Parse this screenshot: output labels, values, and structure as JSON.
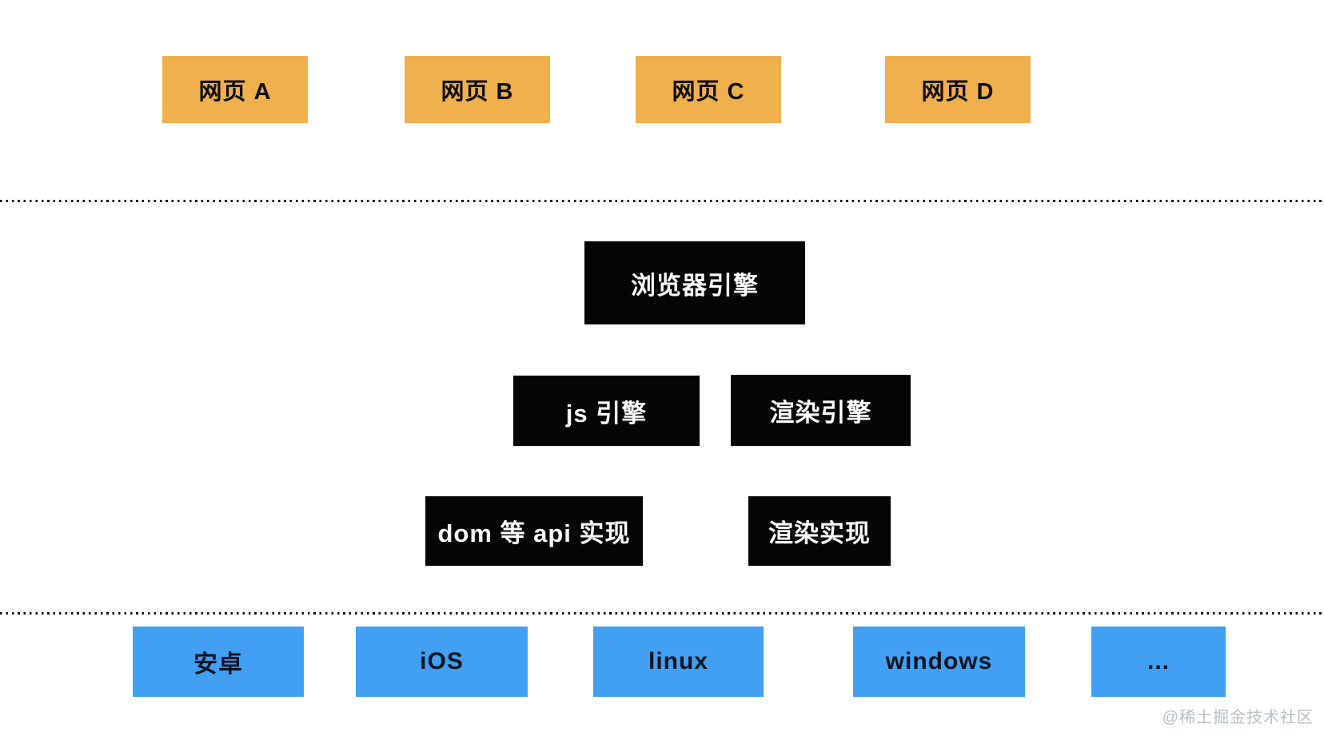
{
  "diagram": {
    "web_pages": [
      {
        "label": "网页 A"
      },
      {
        "label": "网页 B"
      },
      {
        "label": "网页 C"
      },
      {
        "label": "网页 D"
      }
    ],
    "browser_engine": {
      "label": "浏览器引擎"
    },
    "engines": [
      {
        "label": "js 引擎"
      },
      {
        "label": "渲染引擎"
      }
    ],
    "implementations": [
      {
        "label": "dom 等 api 实现"
      },
      {
        "label": "渲染实现"
      }
    ],
    "platforms": [
      {
        "label": "安卓"
      },
      {
        "label": "iOS"
      },
      {
        "label": "linux"
      },
      {
        "label": "windows"
      },
      {
        "label": "..."
      }
    ],
    "watermark": "@稀土掘金技术社区",
    "colors": {
      "web_page_bg": "#F0B04E",
      "engine_bg": "#050505",
      "platform_bg": "#42A0F2",
      "divider": "#111111",
      "watermark": "#B9BEC6"
    }
  }
}
